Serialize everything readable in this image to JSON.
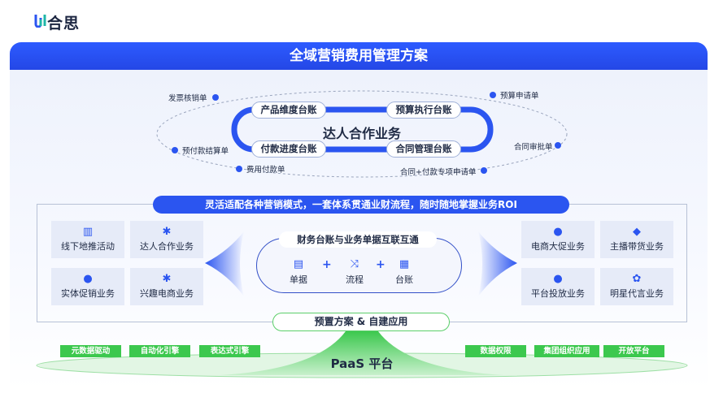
{
  "logo": {
    "name": "合思"
  },
  "header": {
    "title": "全域营销费用管理方案"
  },
  "loop": {
    "center": "达人合作业务",
    "ledgers": [
      "产品维度台账",
      "预算执行台账",
      "付款进度台账",
      "合同管理台账"
    ],
    "documents": [
      "发票核销单",
      "预算申请单",
      "预付款结算单",
      "合同审批单",
      "费用付款单",
      "合同+付款专项申请单"
    ]
  },
  "banner": "灵活适配各种营销模式，一套体系贯通业财流程，随时随地掌握业务ROI",
  "left_tiles": [
    {
      "label": "线下地推活动",
      "icon": "map-icon"
    },
    {
      "label": "达人合作业务",
      "icon": "splash-icon"
    },
    {
      "label": "实体促销业务",
      "icon": "balloon-icon"
    },
    {
      "label": "兴趣电商业务",
      "icon": "splash-icon"
    }
  ],
  "right_tiles": [
    {
      "label": "电商大促业务",
      "icon": "balloon-icon"
    },
    {
      "label": "主播带货业务",
      "icon": "bag-icon"
    },
    {
      "label": "平台投放业务",
      "icon": "balloon-icon"
    },
    {
      "label": "明星代言业务",
      "icon": "flower-icon"
    }
  ],
  "capsule": {
    "title": "财务台账与业务单据互联互通",
    "items": [
      {
        "label": "单据",
        "icon": "document-icon"
      },
      {
        "label": "流程",
        "icon": "shuffle-icon"
      },
      {
        "label": "台账",
        "icon": "ledger-icon"
      }
    ],
    "plus": "+"
  },
  "preset": "预置方案 & 自建应用",
  "platform": {
    "title": "PaaS 平台",
    "left_tags": [
      "元数据驱动",
      "自动化引擎",
      "表达式引擎"
    ],
    "right_tags": [
      "数据权限",
      "集团组织应用",
      "开放平台"
    ]
  },
  "colors": {
    "primary": "#2B55F0",
    "green": "#3CC84E"
  }
}
